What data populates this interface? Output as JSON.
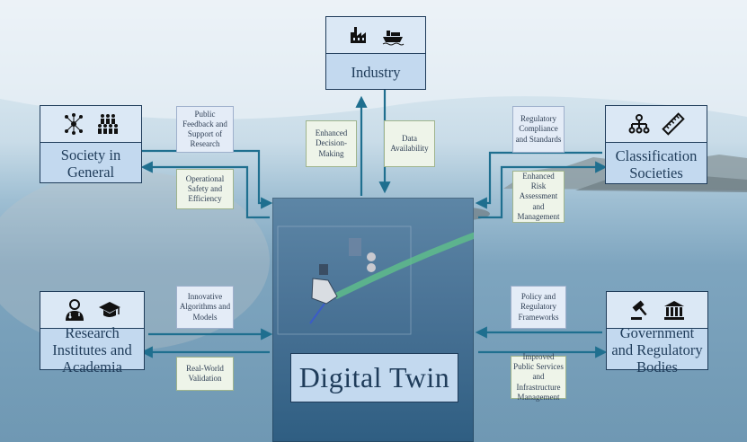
{
  "center": {
    "title": "Digital Twin"
  },
  "nodes": {
    "industry": {
      "label": "Industry",
      "icons": [
        "factory-icon",
        "ship-icon"
      ]
    },
    "society": {
      "label": "Society in General",
      "icons": [
        "network-icon",
        "crowd-icon"
      ]
    },
    "classification": {
      "label": "Classification Societies",
      "icons": [
        "hierarchy-icon",
        "ruler-icon"
      ]
    },
    "research": {
      "label": "Research Institutes and Academia",
      "icons": [
        "researcher-icon",
        "graduation-cap-icon"
      ]
    },
    "government": {
      "label": "Government and Regulatory Bodies",
      "icons": [
        "gavel-icon",
        "institution-icon"
      ]
    }
  },
  "edge_labels": {
    "society_in": "Public Feedback and Support of Research",
    "society_out": "Operational Safety and Efficiency",
    "industry_out": "Enhanced Decision-Making",
    "industry_in": "Data Availability",
    "class_in": "Regulatory Compliance and Standards",
    "class_out": "Enhanced Risk Assessment and Management",
    "research_in": "Innovative Algorithms and Models",
    "research_out": "Real-World Validation",
    "gov_in": "Policy and Regulatory Frameworks",
    "gov_out": "Improved Public Services and Infrastructure Management"
  },
  "colors": {
    "box_fill": "#c3d9ef",
    "box_border": "#1f3c5a",
    "arrow": "#1f6f8f",
    "label_fill": "#eef4e9"
  }
}
